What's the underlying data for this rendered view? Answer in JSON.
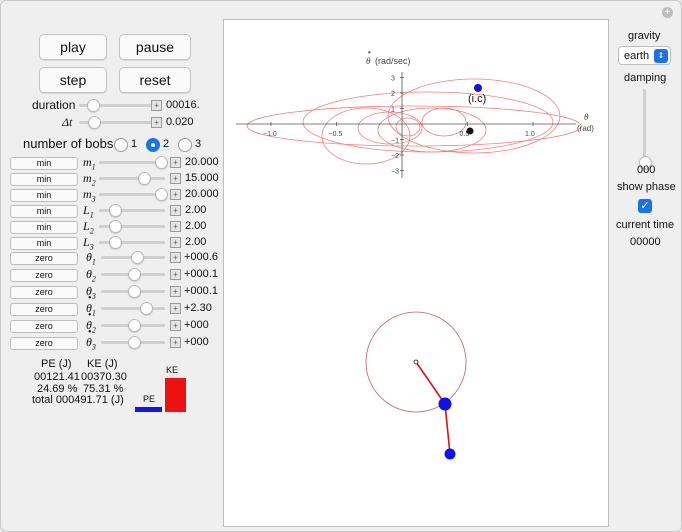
{
  "buttons": {
    "play": "play",
    "pause": "pause",
    "step": "step",
    "reset": "reset"
  },
  "duration": {
    "label": "duration",
    "value": "00016."
  },
  "dt": {
    "label": "Δt",
    "value": "0.020"
  },
  "bobs": {
    "label": "number of bobs",
    "options": [
      "1",
      "2",
      "3"
    ],
    "selected": "2"
  },
  "params": [
    {
      "button": "min",
      "sym": "m",
      "sub": "1",
      "value": "20.000",
      "level": 1.0
    },
    {
      "button": "min",
      "sym": "m",
      "sub": "2",
      "value": "15.000",
      "level": 0.7
    },
    {
      "button": "min",
      "sym": "m",
      "sub": "3",
      "value": "20.000",
      "level": 1.0
    },
    {
      "button": "min",
      "sym": "L",
      "sub": "1",
      "value": "2.00",
      "level": 0.17
    },
    {
      "button": "min",
      "sym": "L",
      "sub": "2",
      "value": "2.00",
      "level": 0.17
    },
    {
      "button": "min",
      "sym": "L",
      "sub": "3",
      "value": "2.00",
      "level": 0.17
    }
  ],
  "angles": [
    {
      "button": "zero",
      "sym": "θ",
      "sub": "1",
      "dot": false,
      "value": "+000.6",
      "level": 0.55
    },
    {
      "button": "zero",
      "sym": "θ",
      "sub": "2",
      "dot": false,
      "value": "+000.1",
      "level": 0.5
    },
    {
      "button": "zero",
      "sym": "θ",
      "sub": "3",
      "dot": false,
      "value": "+000.1",
      "level": 0.5
    },
    {
      "button": "zero",
      "sym": "θ",
      "sub": "1",
      "dot": true,
      "value": "+2.30",
      "level": 0.73
    },
    {
      "button": "zero",
      "sym": "θ",
      "sub": "2",
      "dot": true,
      "value": "+000",
      "level": 0.5
    },
    {
      "button": "zero",
      "sym": "θ",
      "sub": "3",
      "dot": true,
      "value": "+000",
      "level": 0.5
    }
  ],
  "energy": {
    "pe_header": "PE (J)",
    "ke_header": "KE (J)",
    "pe_value": "00121.41",
    "ke_value": "00370.30",
    "pe_percent": "24.69 %",
    "ke_percent": "75.31 %",
    "total": "total 000491.71 (J)",
    "pe_bar_label": "PE",
    "ke_bar_label": "KE",
    "pe_fraction": 0.2469,
    "ke_fraction": 0.7531,
    "pe_color": "#1515e6",
    "ke_color": "#ee1111"
  },
  "right": {
    "gravity_label": "gravity",
    "gravity_value": "earth",
    "damping_label": "damping",
    "damping_value": "000",
    "damping_level": 0.0,
    "show_phase_label": "show phase",
    "show_phase_checked": true,
    "current_time_label": "current time",
    "current_time_value": "00000"
  },
  "phase_plot": {
    "y_label": "(rad/sec)",
    "y_symbol": "θ",
    "x_symbol": "θ",
    "x_unit": "(rad)",
    "x_ticks": [
      "−1.0",
      "−0.5",
      "0.5",
      "1.0"
    ],
    "y_ticks": [
      "3",
      "2",
      "1",
      "−1",
      "−2",
      "−3"
    ],
    "ic_label": "(i.c)",
    "trace_color": "#f08080"
  },
  "colors": {
    "accent": "#1a73e8",
    "bob": "#1010ee",
    "rod": "#dd1111"
  }
}
